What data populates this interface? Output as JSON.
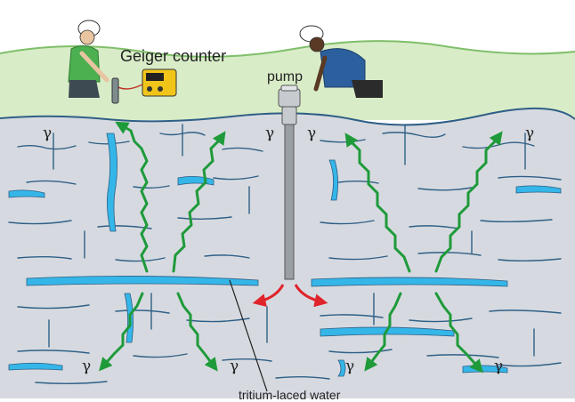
{
  "labels": {
    "geiger_counter": "Geiger counter",
    "pump": "pump",
    "gamma": "γ",
    "bottom_partial": "tritium-laced water"
  },
  "colors": {
    "sky": "#ffffff",
    "grass": "#d9ecc8",
    "grass_edge": "#7fbf6a",
    "rock": "#d6dae0",
    "crack": "#2f5f86",
    "water": "#35b6e8",
    "gamma_arrow": "#1f9a3a",
    "flow_arrow": "#e0242b",
    "pump_pipe": "#9a9fa6"
  },
  "icons": [
    "geiger-counter-icon",
    "pump-icon",
    "worker-woman-icon",
    "worker-man-icon"
  ]
}
